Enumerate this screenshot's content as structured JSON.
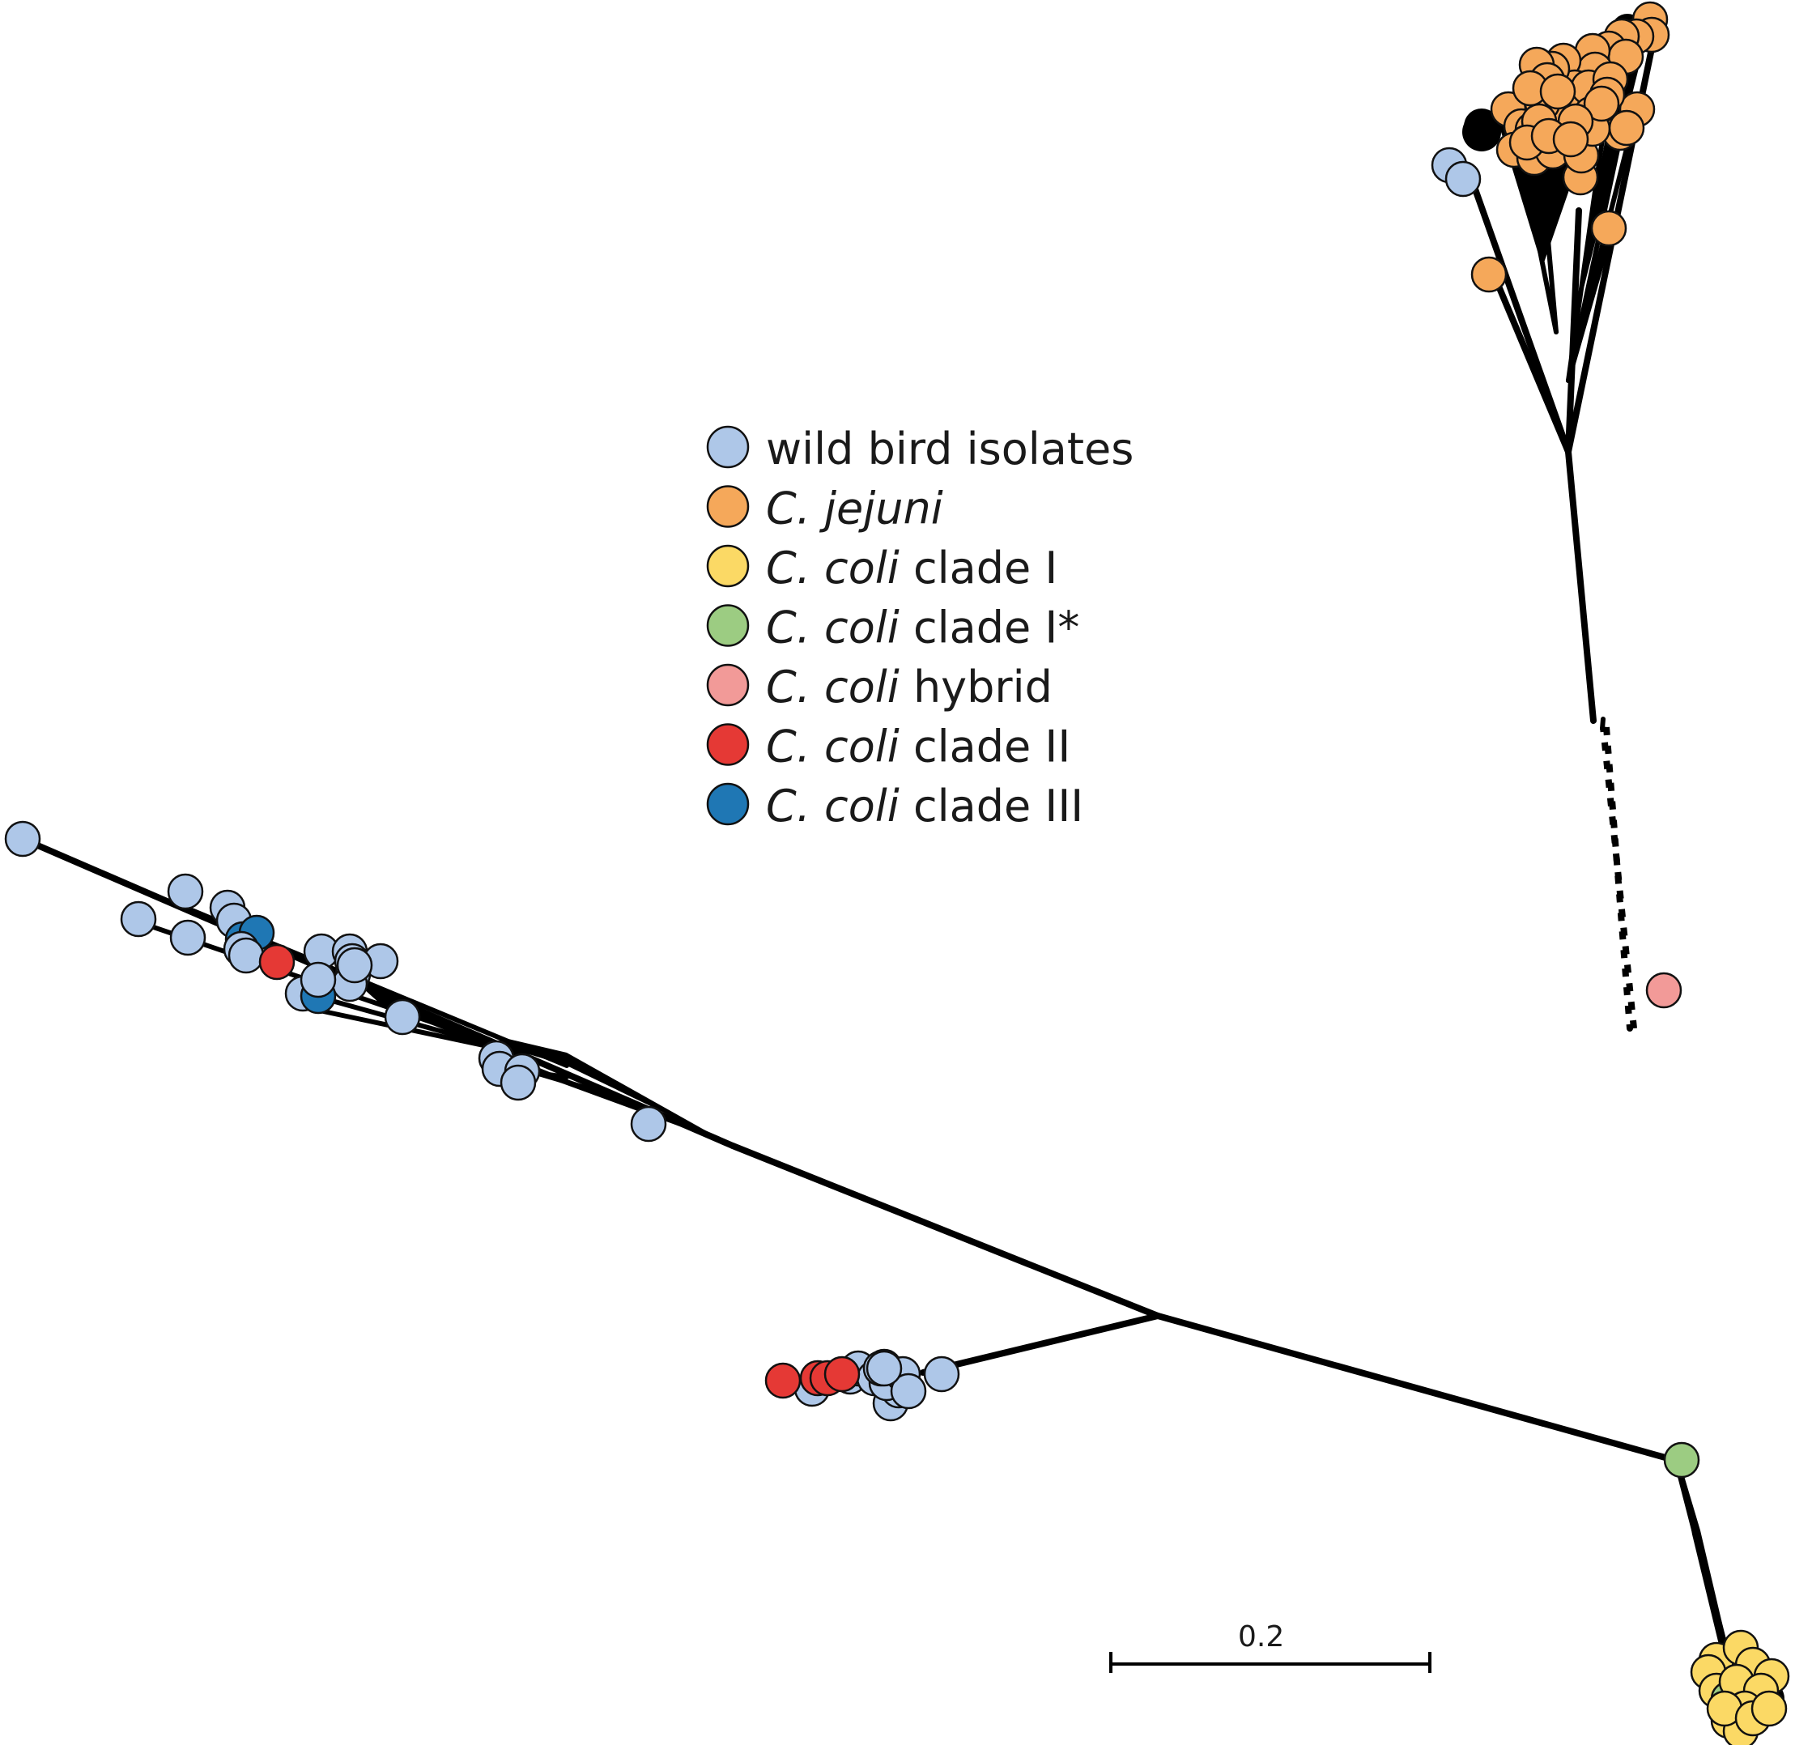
{
  "legend": {
    "items": [
      {
        "key": "wild",
        "pre": "",
        "italic": "",
        "post": "wild bird isolates",
        "color": "#aec7e8"
      },
      {
        "key": "jejuni",
        "pre": "",
        "italic": "C. jejuni",
        "post": "",
        "color": "#f5a85a"
      },
      {
        "key": "clade1",
        "pre": "",
        "italic": "C. coli",
        "post": " clade I",
        "color": "#fbd965"
      },
      {
        "key": "clade1star",
        "pre": "",
        "italic": "C. coli",
        "post": " clade I*",
        "color": "#9ccc82"
      },
      {
        "key": "hybrid",
        "pre": "",
        "italic": "C. coli",
        "post": " hybrid",
        "color": "#f29a98"
      },
      {
        "key": "clade2",
        "pre": "",
        "italic": "C. coli",
        "post": " clade II",
        "color": "#e53935"
      },
      {
        "key": "clade3",
        "pre": "",
        "italic": "C. coli",
        "post": " clade III",
        "color": "#1f77b4"
      }
    ]
  },
  "scale_bar": {
    "label": "0.2"
  },
  "colors": {
    "wild": "#aec7e8",
    "jejuni": "#f5a85a",
    "clade1": "#fbd965",
    "clade1star": "#9ccc82",
    "hybrid": "#f29a98",
    "clade2": "#e53935",
    "clade3": "#1f77b4",
    "branch": "#000000"
  }
}
